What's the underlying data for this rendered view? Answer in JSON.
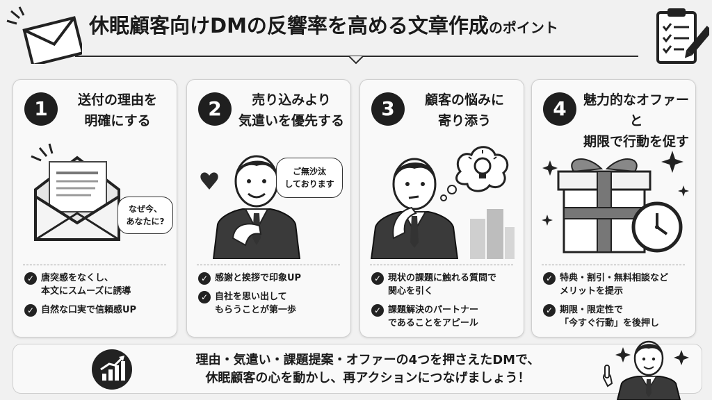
{
  "header": {
    "title_main": "休眠顧客向けDMの反響率を高める文章作成",
    "title_suffix": "のポイント"
  },
  "cards": [
    {
      "number": "1",
      "heading": "送付の理由を\n明確にする",
      "bubble": "なぜ今、\nあなたに?",
      "points": [
        "唐突感をなくし、\n本文にスムーズに誘導",
        "自然な口実で信頼感UP"
      ]
    },
    {
      "number": "2",
      "heading": "売り込みより\n気遣いを優先する",
      "bubble": "ご無沙汰\nしております",
      "points": [
        "感謝と挨拶で印象UP",
        "自社を思い出して\nもらうことが第一歩"
      ]
    },
    {
      "number": "3",
      "heading": "顧客の悩みに\n寄り添う",
      "points": [
        "現状の課題に触れる質問で\n関心を引く",
        "課題解決のパートナー\nであることをアピール"
      ]
    },
    {
      "number": "4",
      "heading": "魅力的なオファーと\n期限で行動を促す",
      "points": [
        "特典・割引・無料相談など\nメリットを提示",
        "期限・限定性で\n「今すぐ行動」を後押し"
      ]
    }
  ],
  "footer": {
    "message": "理由・気遣い・課題提案・オファーの4つを押さえたDMで、\n休眠顧客の心を動かし、再アクションにつなげましょう！"
  },
  "icons": {
    "check": "✓"
  }
}
